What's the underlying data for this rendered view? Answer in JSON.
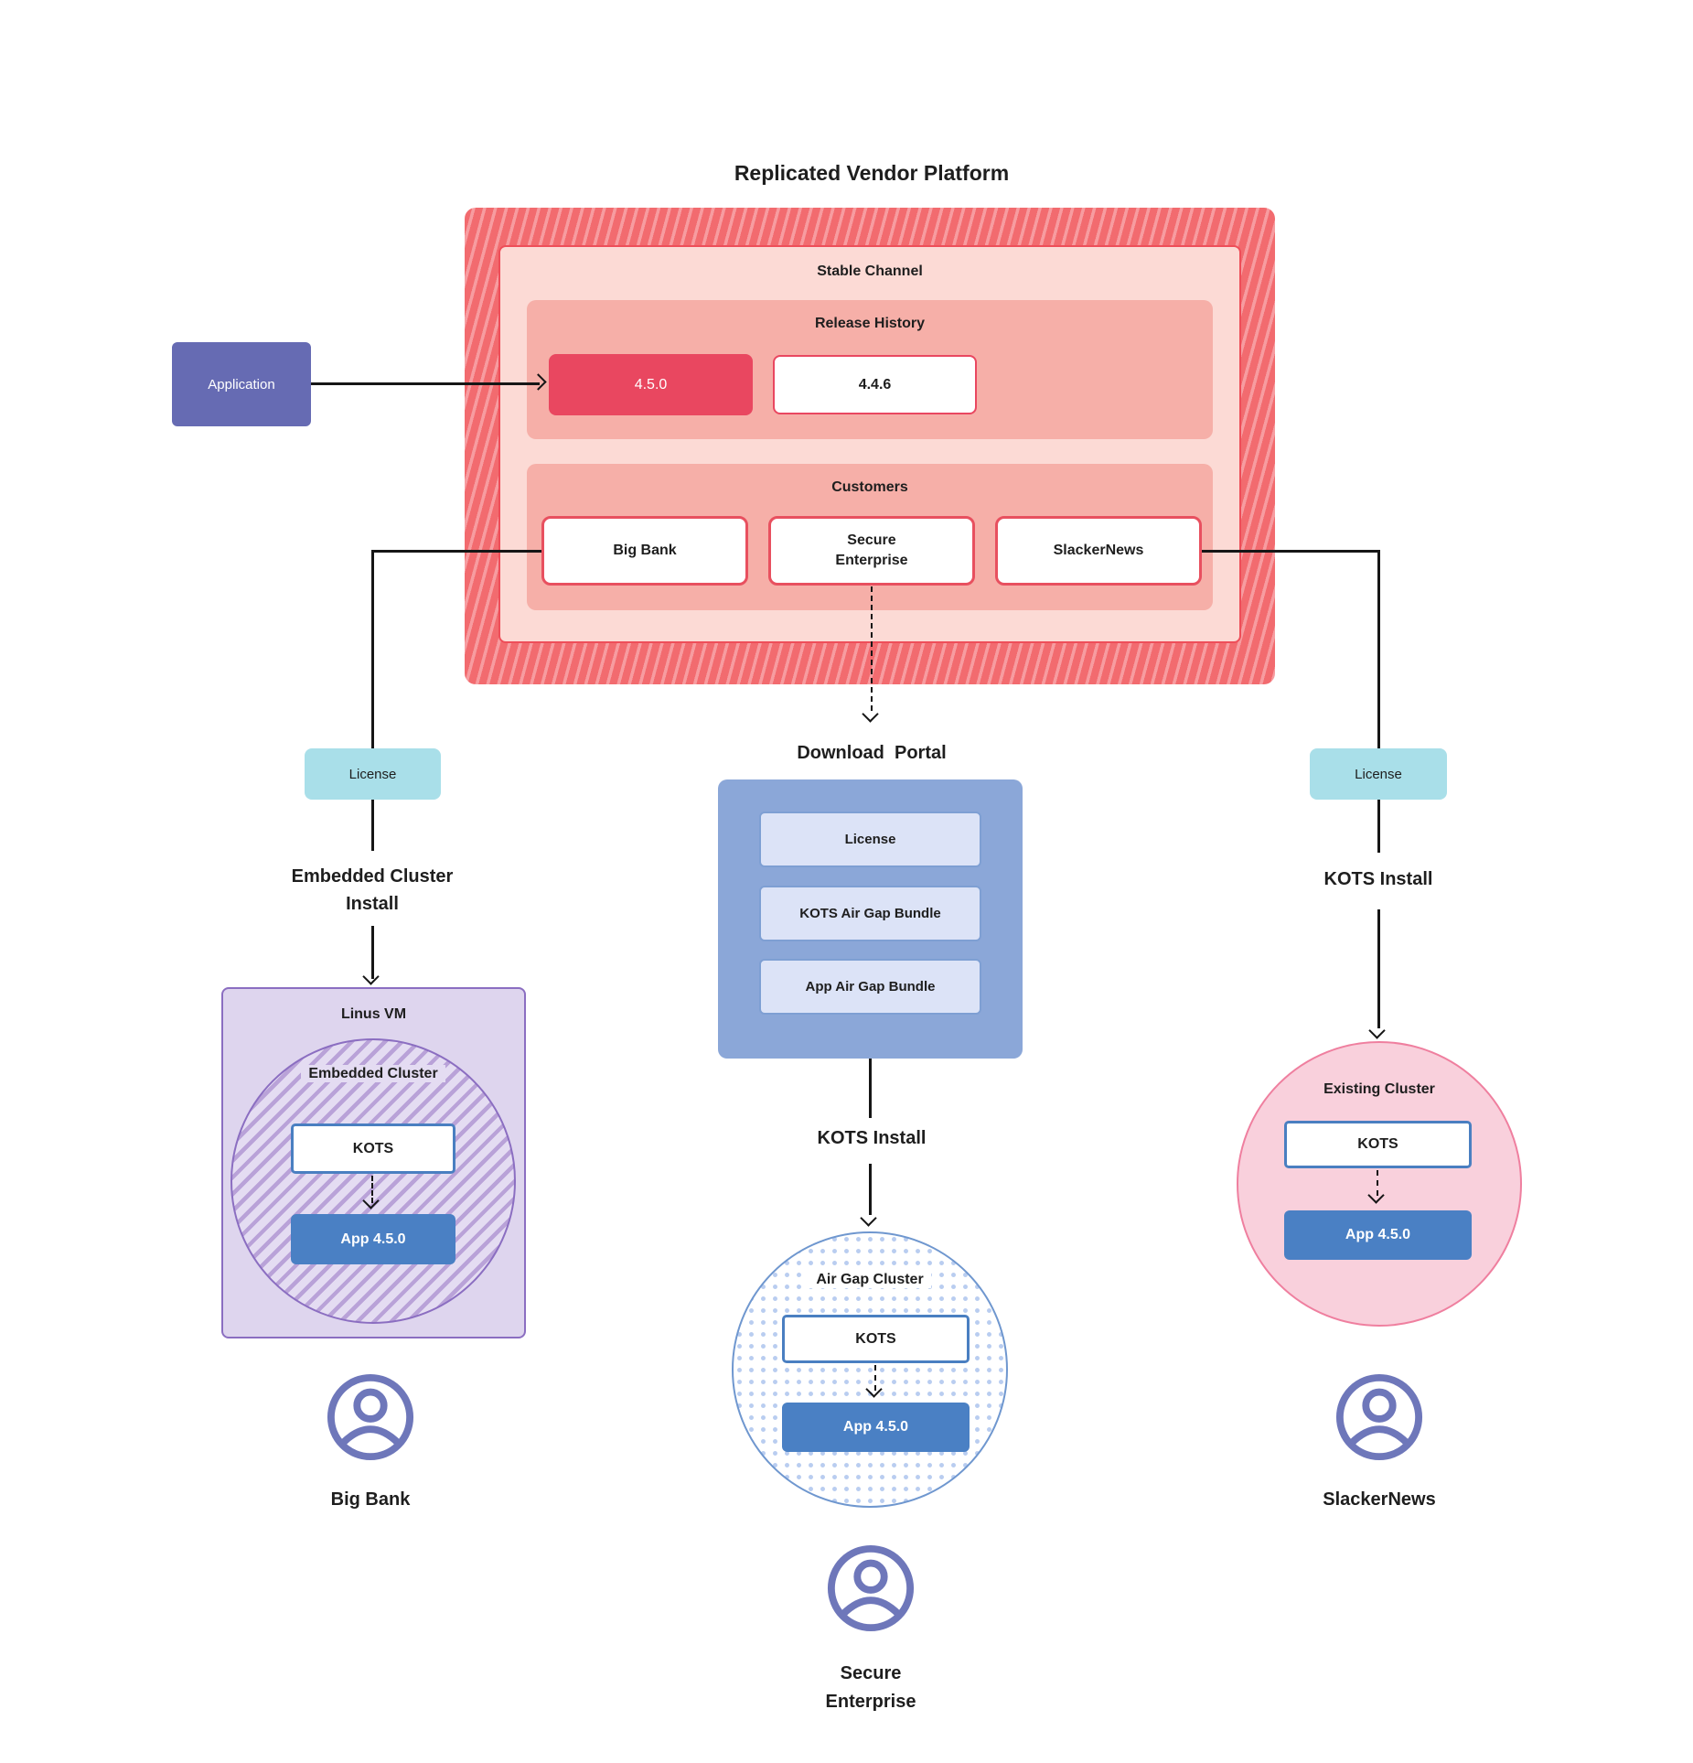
{
  "title": "Replicated Vendor Platform",
  "application": "Application",
  "platform": {
    "stable_channel": "Stable Channel",
    "release_history": "Release History",
    "releases": [
      "4.5.0",
      "4.4.6"
    ],
    "customers_label": "Customers",
    "customers": [
      "Big Bank",
      "Secure\nEnterprise",
      "SlackerNews"
    ]
  },
  "left_flow": {
    "license": "License",
    "step": "Embedded Cluster\nInstall",
    "vm": "Linus VM",
    "cluster": "Embedded Cluster",
    "kots": "KOTS",
    "app": "App 4.5.0",
    "persona": "Big Bank"
  },
  "mid_flow": {
    "portal": "Download  Portal",
    "items": [
      "License",
      "KOTS Air Gap Bundle",
      "App Air Gap Bundle"
    ],
    "step": "KOTS Install",
    "cluster": "Air Gap Cluster",
    "kots": "KOTS",
    "app": "App 4.5.0",
    "persona": "Secure\nEnterprise"
  },
  "right_flow": {
    "license": "License",
    "step": "KOTS Install",
    "cluster": "Existing Cluster",
    "kots": "KOTS",
    "app": "App 4.5.0",
    "persona": "SlackerNews"
  },
  "colors": {
    "hatch_red": "#F26B6F",
    "hatch_red_stripe": "#F79CA0",
    "stable_pink": "#FCDAD5",
    "salmon": "#F6AFA8",
    "release_red": "#E94760",
    "customer_border": "#E8505F",
    "application_purple": "#666BB3",
    "license_teal": "#A9DFE9",
    "portal_blue": "#8BA7D8",
    "portal_item_blue": "#DCE3F7",
    "app_blue": "#4A80C4",
    "kots_border_blue": "#4A7FC1",
    "vm_lavender": "#DED5EE",
    "purple_border": "#8B6EC1",
    "airgap_dot_blue": "#B9CDF0",
    "existing_pink": "#F9D0DC",
    "existing_border": "#EF7F9F",
    "person_purple": "#6E77BA"
  }
}
